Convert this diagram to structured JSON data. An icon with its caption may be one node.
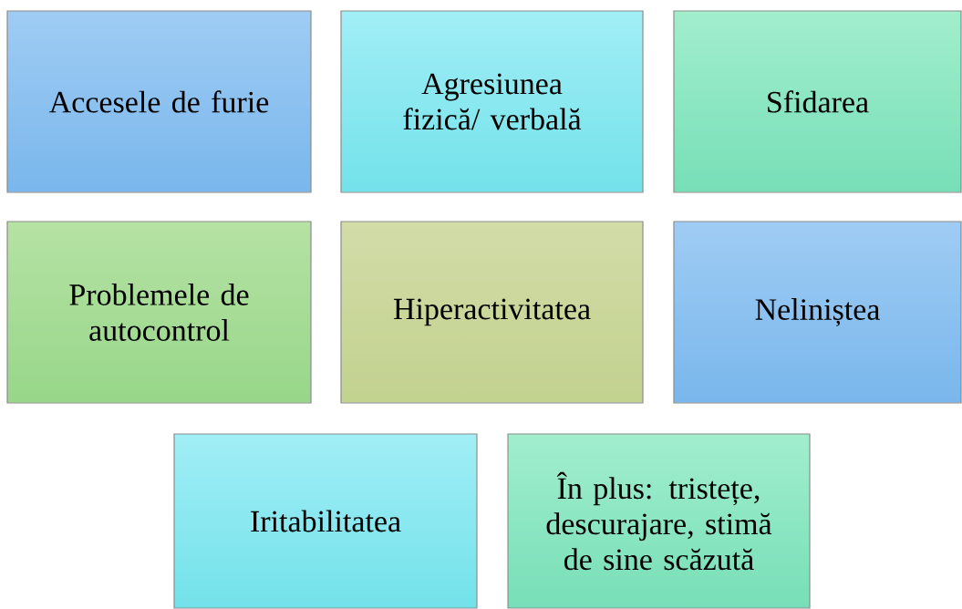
{
  "diagram": {
    "nodes": [
      {
        "text": [
          "Accesele de furie"
        ]
      },
      {
        "text": [
          "Agresiunea fizică/ verbală"
        ]
      },
      {
        "text": [
          "Sfidarea"
        ]
      },
      {
        "text": [
          "Problemele de autocontrol"
        ]
      },
      {
        "text": [
          "Hiperactivitatea"
        ]
      },
      {
        "text": [
          "Neliniștea"
        ]
      },
      {
        "text": [
          "Iritabilitatea"
        ]
      },
      {
        "text": [
          "În plus: tristețe, descurajare, stimă de sine scăzută"
        ]
      }
    ]
  }
}
